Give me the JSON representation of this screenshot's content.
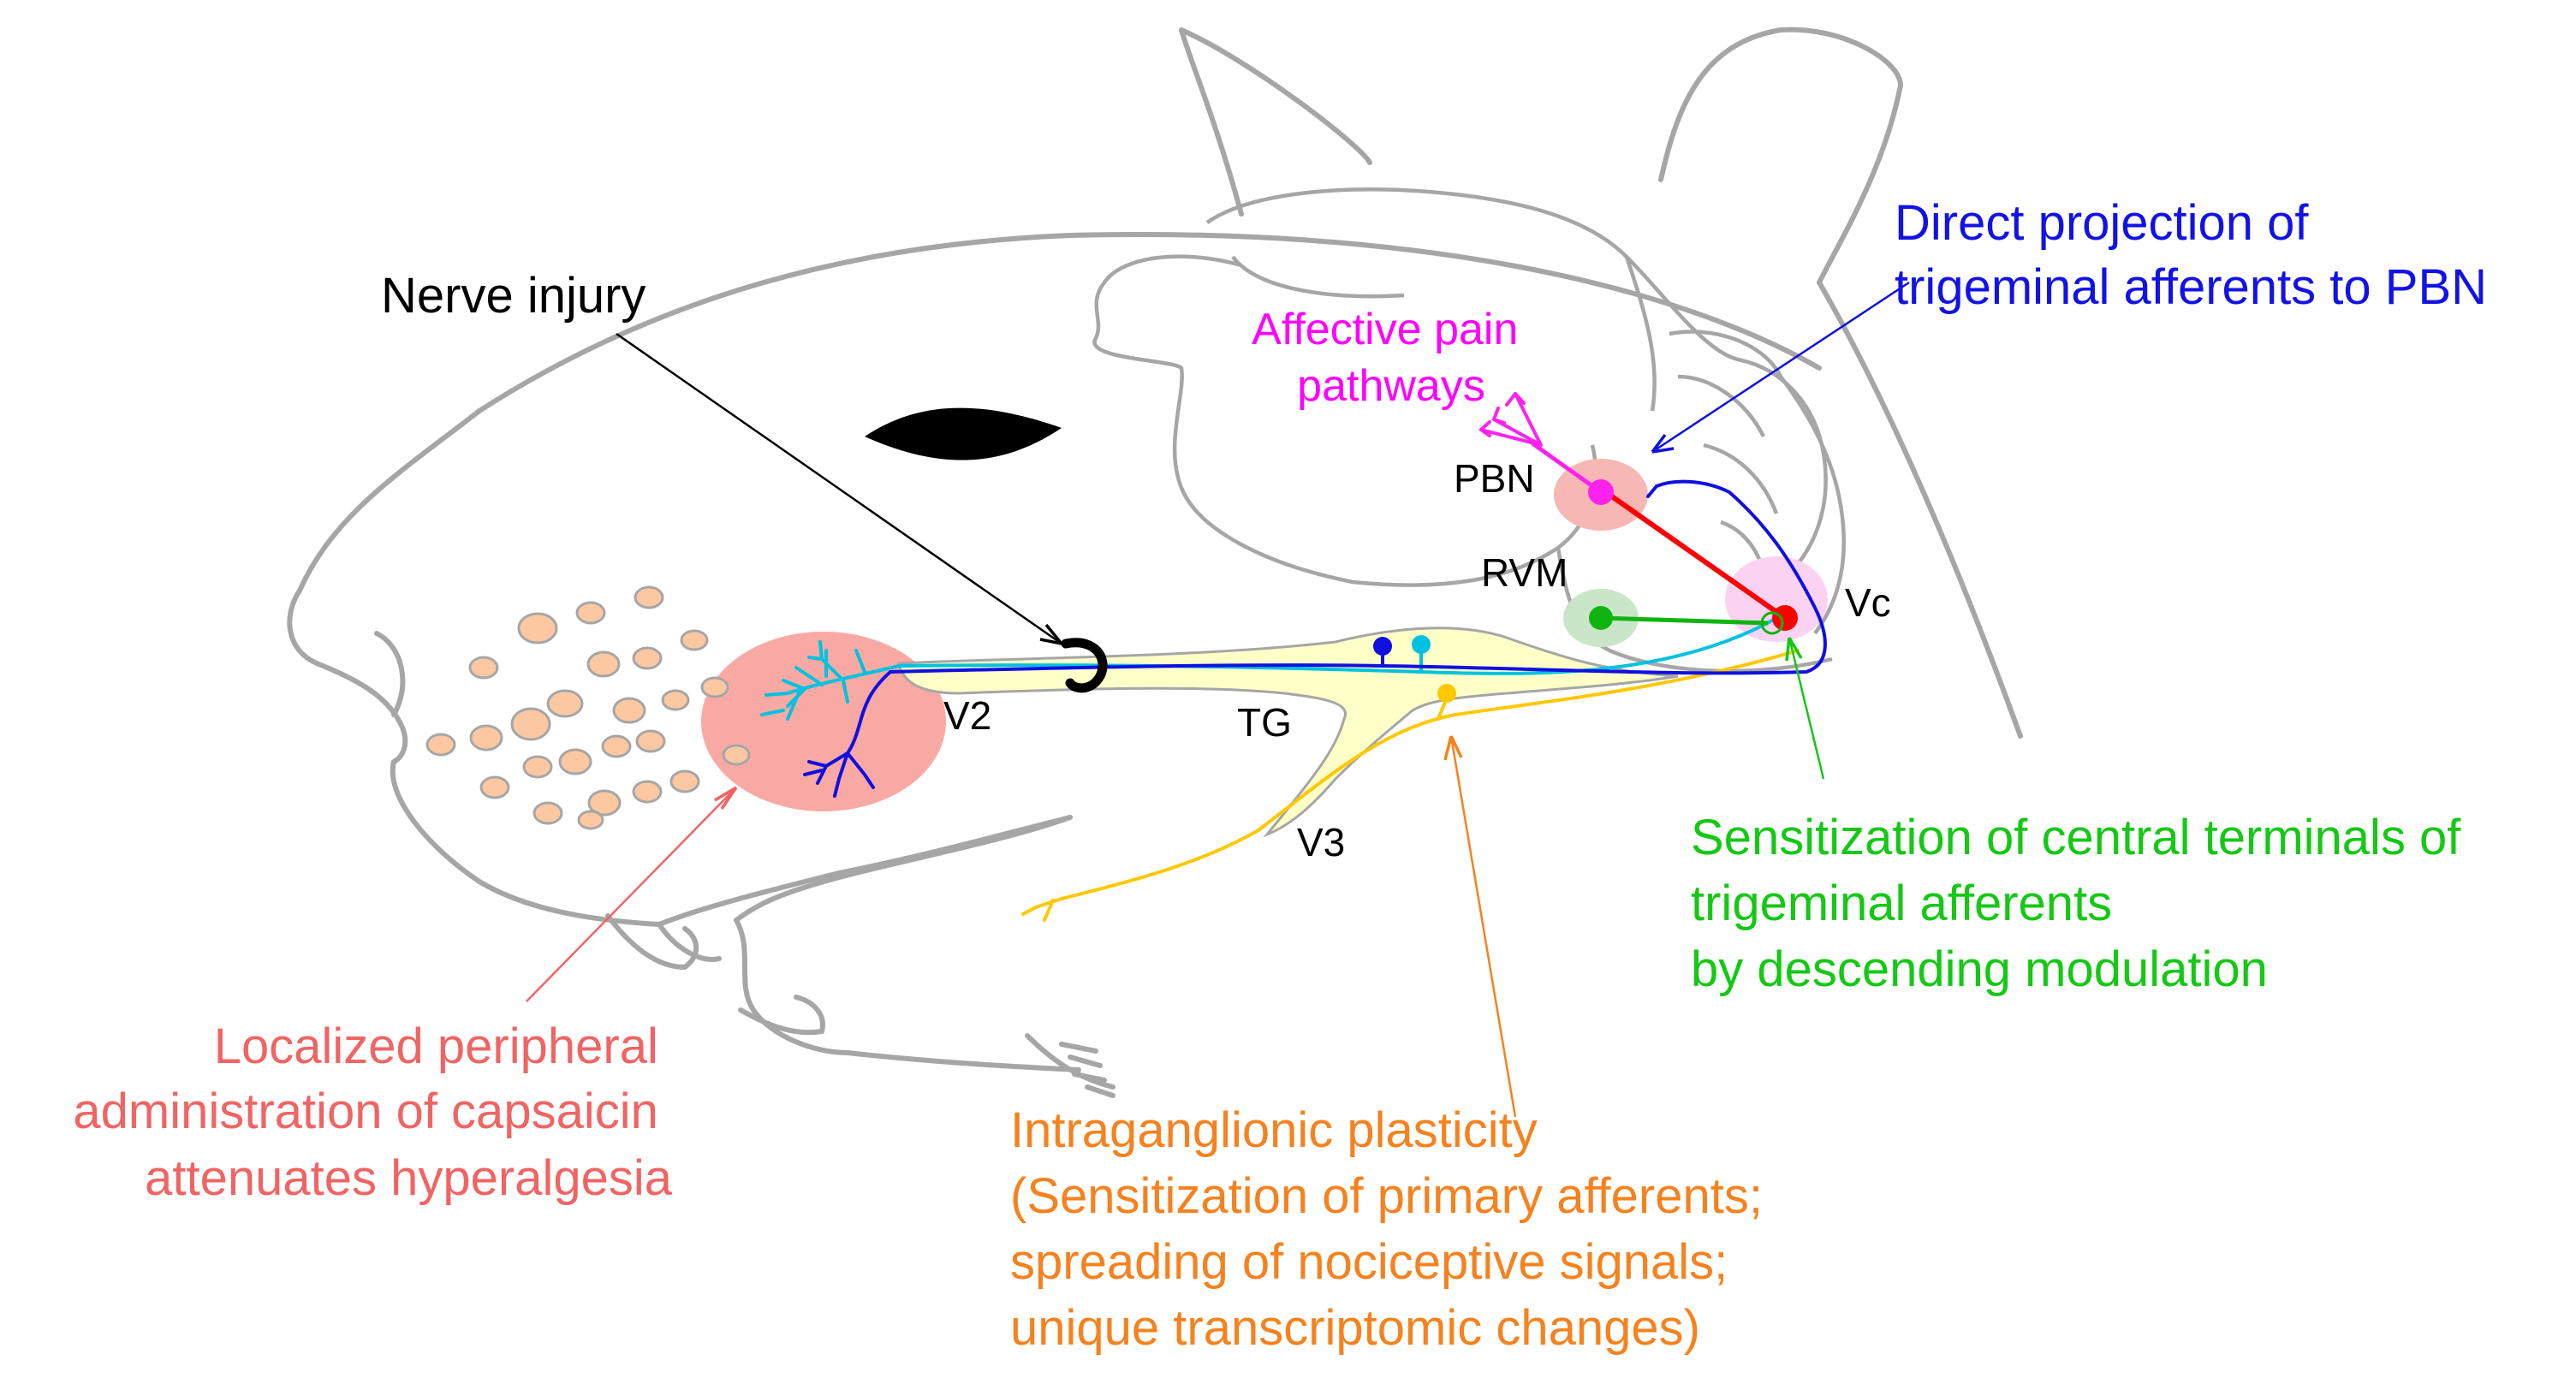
{
  "labels": {
    "nerve_injury": "Nerve injury",
    "pbn": "PBN",
    "rvm": "RVM",
    "vc": "Vc",
    "v2": "V2",
    "v3": "V3",
    "tg": "TG"
  },
  "annotations": {
    "direct_projection": {
      "lines": [
        "Direct projection of",
        "trigeminal afferents to PBN"
      ],
      "color": "#1212e6"
    },
    "affective_pain": {
      "lines": [
        "Affective pain",
        "pathways"
      ],
      "color": "#ff00ff"
    },
    "central_sensitization": {
      "lines": [
        "Sensitization of central terminals of",
        "trigeminal afferents",
        "by descending modulation"
      ],
      "color": "#14c814"
    },
    "capsaicin": {
      "lines": [
        "Localized peripheral",
        "administration of capsaicin",
        "attenuates hyperalgesia"
      ],
      "color": "#f06464"
    },
    "intraganglionic": {
      "lines": [
        "Intraganglionic plasticity",
        "(Sensitization of primary afferents;",
        "spreading of nociceptive signals;",
        "unique transcriptomic changes)"
      ],
      "color": "#f5821e"
    }
  },
  "colors": {
    "outline": "#a6a6a6",
    "ganglion_fill": "#ffffc8",
    "whisker_pad": "#f9a9a4",
    "whisker_dot": "#fbc8a2",
    "pbn_glow": "#f7b7b4",
    "rvm_glow": "#c9e6c9",
    "vc_glow": "#fcd2f2",
    "afferent_cyan": "#00c2e0",
    "afferent_blue": "#1010e0",
    "afferent_yellow": "#ffc800",
    "projection_red": "#ff0000",
    "pbn_neuron": "#ff22ee",
    "rvm_neuron": "#10b410"
  }
}
